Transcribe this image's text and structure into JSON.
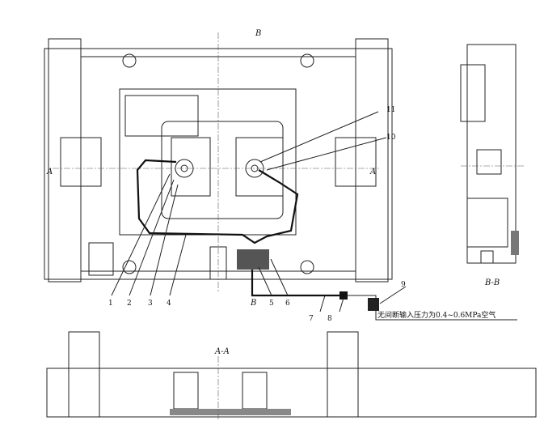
{
  "drawing": {
    "section_marks": {
      "top_b": "B",
      "bottom_b": "B",
      "left_a": "A",
      "right_a": "A"
    },
    "view_titles": {
      "section_bb": "B-B",
      "section_aa": "A-A"
    },
    "part_labels": [
      "1",
      "2",
      "3",
      "4",
      "5",
      "6",
      "7",
      "8",
      "9",
      "10",
      "11"
    ],
    "note": "无间断输入压力为0.4~0.6MPa空气"
  }
}
